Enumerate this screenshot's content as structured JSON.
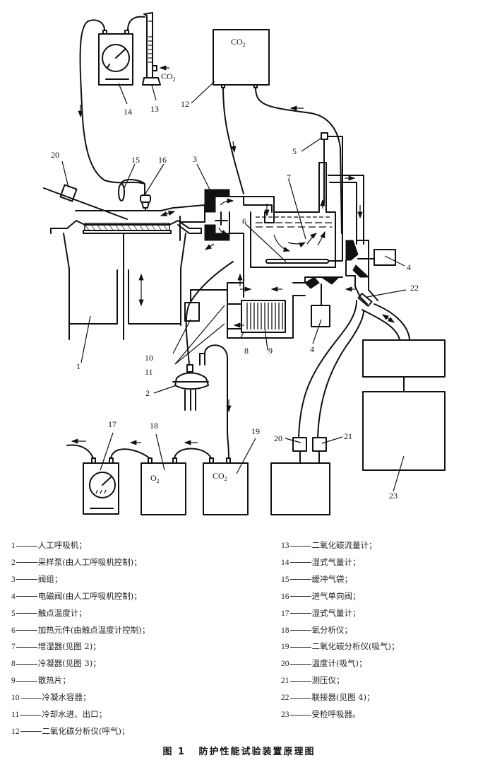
{
  "figure": {
    "caption_prefix": "图 1",
    "caption_title": "防护性能试验装置原理图"
  },
  "labels": {
    "n1": "1",
    "n2": "2",
    "n3": "3",
    "n4a": "4",
    "n4b": "4",
    "n5": "5",
    "n6": "6",
    "n7": "7",
    "n8": "8",
    "n9": "9",
    "n10": "10",
    "n11": "11",
    "n12": "12",
    "n13": "13",
    "n14": "14",
    "n15": "15",
    "n16": "16",
    "n17": "17",
    "n18": "18",
    "n19": "19",
    "n20a": "20",
    "n20b": "20",
    "n21": "21",
    "n22": "22",
    "n23": "23"
  },
  "chem": {
    "co2_main": "CO",
    "co2_sub": "2",
    "co2_inlet": "CO",
    "co2_inlet_sub": "2",
    "o2": "O",
    "o2_sub": "2",
    "co2_analyzer": "CO",
    "co2_analyzer_sub": "2"
  },
  "legend_left": [
    {
      "num": "1",
      "text": "人工呼吸机；"
    },
    {
      "num": "2",
      "text": "采样泵(由人工呼吸机控制)；"
    },
    {
      "num": "3",
      "text": "阀组；"
    },
    {
      "num": "4",
      "text": "电磁阀(由人工呼吸机控制)；"
    },
    {
      "num": "5",
      "text": "触点温度计；"
    },
    {
      "num": "6",
      "text": "加热元件(由触点温度计控制)；"
    },
    {
      "num": "7",
      "text": "增湿器(见图 2)；"
    },
    {
      "num": "8",
      "text": "冷凝器(见图 3)；"
    },
    {
      "num": "9",
      "text": "散热片；"
    },
    {
      "num": "10",
      "text": "冷凝水容器；"
    },
    {
      "num": "11",
      "text": "冷却水进、出口；"
    },
    {
      "num": "12",
      "text": "二氧化碳分析仪(呼气)；"
    }
  ],
  "legend_right": [
    {
      "num": "13",
      "text": "二氧化碳流量计；"
    },
    {
      "num": "14",
      "text": "湿式气量计；"
    },
    {
      "num": "15",
      "text": "缓冲气袋；"
    },
    {
      "num": "16",
      "text": "进气单向阀；"
    },
    {
      "num": "17",
      "text": "湿式气量计；"
    },
    {
      "num": "18",
      "text": "氧分析仪；"
    },
    {
      "num": "19",
      "text": "二氧化碳分析仪(吸气)；"
    },
    {
      "num": "20",
      "text": "温度计(吸气)；"
    },
    {
      "num": "21",
      "text": "测压仪；"
    },
    {
      "num": "22",
      "text": "联接器(见图 4)；"
    },
    {
      "num": "23",
      "text": "受检呼吸器。"
    }
  ]
}
